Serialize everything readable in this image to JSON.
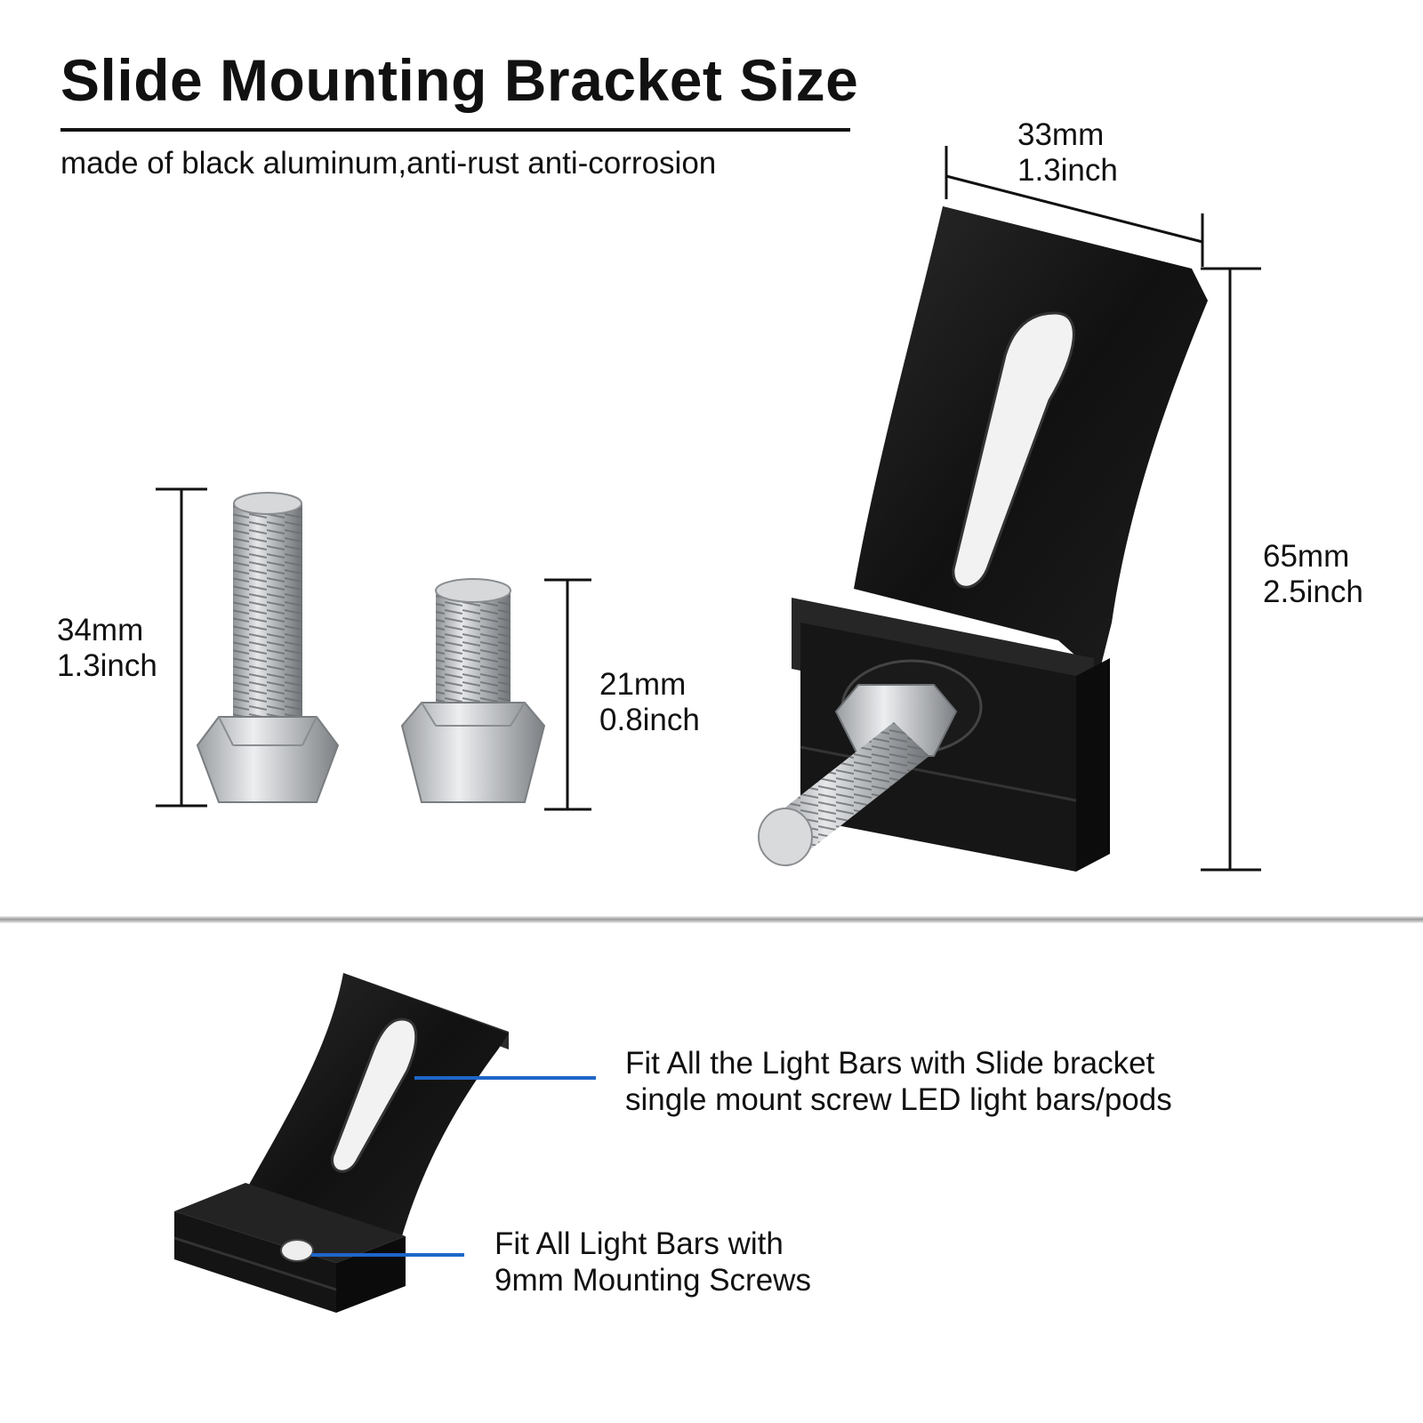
{
  "header": {
    "title": "Slide Mounting Bracket Size",
    "subtitle": "made of black aluminum,anti-rust anti-corrosion"
  },
  "dimensions": {
    "long_bolt": {
      "metric": "34mm",
      "imperial": "1.3inch"
    },
    "short_bolt": {
      "metric": "21mm",
      "imperial": "0.8inch"
    },
    "bracket_width": {
      "metric": "33mm",
      "imperial": "1.3inch"
    },
    "bracket_height": {
      "metric": "65mm",
      "imperial": "2.5inch"
    }
  },
  "callouts": {
    "slot": {
      "line1": "Fit All the Light Bars with Slide bracket",
      "line2": "single mount screw LED light bars/pods"
    },
    "hole": {
      "line1": "Fit All Light Bars with",
      "line2": "9mm Mounting Screws"
    }
  },
  "colors": {
    "text": "#111111",
    "bracket": "#1b1b1b",
    "steel": "#b9bcbf",
    "callout_line": "#1f66c9"
  },
  "icons": {
    "long_bolt": "hex-bolt-icon",
    "short_bolt": "hex-bolt-icon",
    "bracket": "slide-bracket-icon"
  }
}
